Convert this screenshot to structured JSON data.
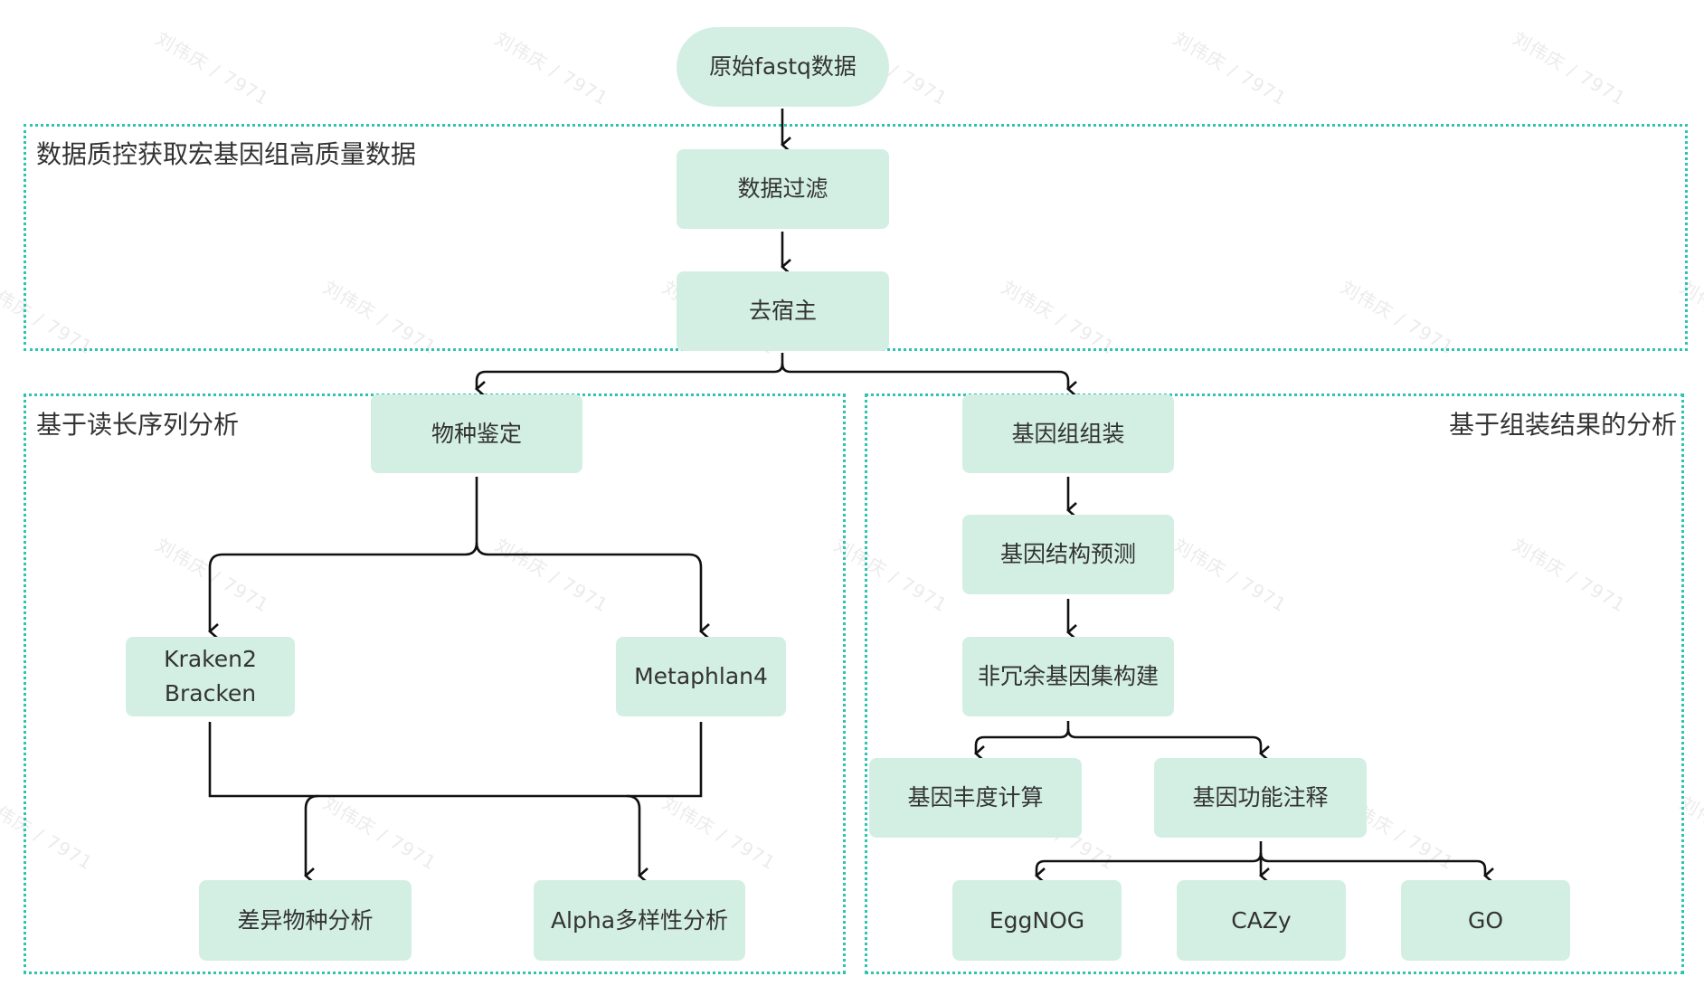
{
  "diagram": {
    "type": "flowchart",
    "colors": {
      "node_fill": "#d3efe4",
      "group_border": "#2ec4b0",
      "edge": "#111111",
      "text": "#333333",
      "watermark": "#ebebeb"
    },
    "watermark_text": "刘伟庆 / 7971",
    "groups": [
      {
        "id": "qc",
        "title": "数据质控获取宏基因组高质量数据"
      },
      {
        "id": "reads",
        "title": "基于读长序列分析"
      },
      {
        "id": "assembly",
        "title": "基于组装结果的分析"
      }
    ],
    "nodes": [
      {
        "id": "raw",
        "label": "原始fastq数据",
        "shape": "pill"
      },
      {
        "id": "filter",
        "label": "数据过滤",
        "group": "qc"
      },
      {
        "id": "dehost",
        "label": "去宿主",
        "group": "qc"
      },
      {
        "id": "species",
        "label": "物种鉴定",
        "group": "reads"
      },
      {
        "id": "kraken",
        "label": "Kraken2\nBracken",
        "group": "reads"
      },
      {
        "id": "metaphlan",
        "label": "Metaphlan4",
        "group": "reads"
      },
      {
        "id": "diffsp",
        "label": "差异物种分析",
        "group": "reads"
      },
      {
        "id": "alpha",
        "label": "Alpha多样性分析",
        "group": "reads"
      },
      {
        "id": "asm",
        "label": "基因组组装",
        "group": "assembly"
      },
      {
        "id": "genepred",
        "label": "基因结构预测",
        "group": "assembly"
      },
      {
        "id": "nrgene",
        "label": "非冗余基因集构建",
        "group": "assembly"
      },
      {
        "id": "abund",
        "label": "基因丰度计算",
        "group": "assembly"
      },
      {
        "id": "func",
        "label": "基因功能注释",
        "group": "assembly"
      },
      {
        "id": "eggnog",
        "label": "EggNOG",
        "group": "assembly"
      },
      {
        "id": "cazy",
        "label": "CAZy",
        "group": "assembly"
      },
      {
        "id": "go",
        "label": "GO",
        "group": "assembly"
      }
    ],
    "edges": [
      {
        "from": "raw",
        "to": "filter"
      },
      {
        "from": "filter",
        "to": "dehost"
      },
      {
        "from": "dehost",
        "to": "species"
      },
      {
        "from": "dehost",
        "to": "asm"
      },
      {
        "from": "species",
        "to": "kraken"
      },
      {
        "from": "species",
        "to": "metaphlan"
      },
      {
        "from": "kraken",
        "to": "diffsp"
      },
      {
        "from": "kraken",
        "to": "alpha"
      },
      {
        "from": "metaphlan",
        "to": "diffsp"
      },
      {
        "from": "metaphlan",
        "to": "alpha"
      },
      {
        "from": "asm",
        "to": "genepred"
      },
      {
        "from": "genepred",
        "to": "nrgene"
      },
      {
        "from": "nrgene",
        "to": "abund"
      },
      {
        "from": "nrgene",
        "to": "func"
      },
      {
        "from": "func",
        "to": "eggnog"
      },
      {
        "from": "func",
        "to": "cazy"
      },
      {
        "from": "func",
        "to": "go"
      }
    ]
  }
}
